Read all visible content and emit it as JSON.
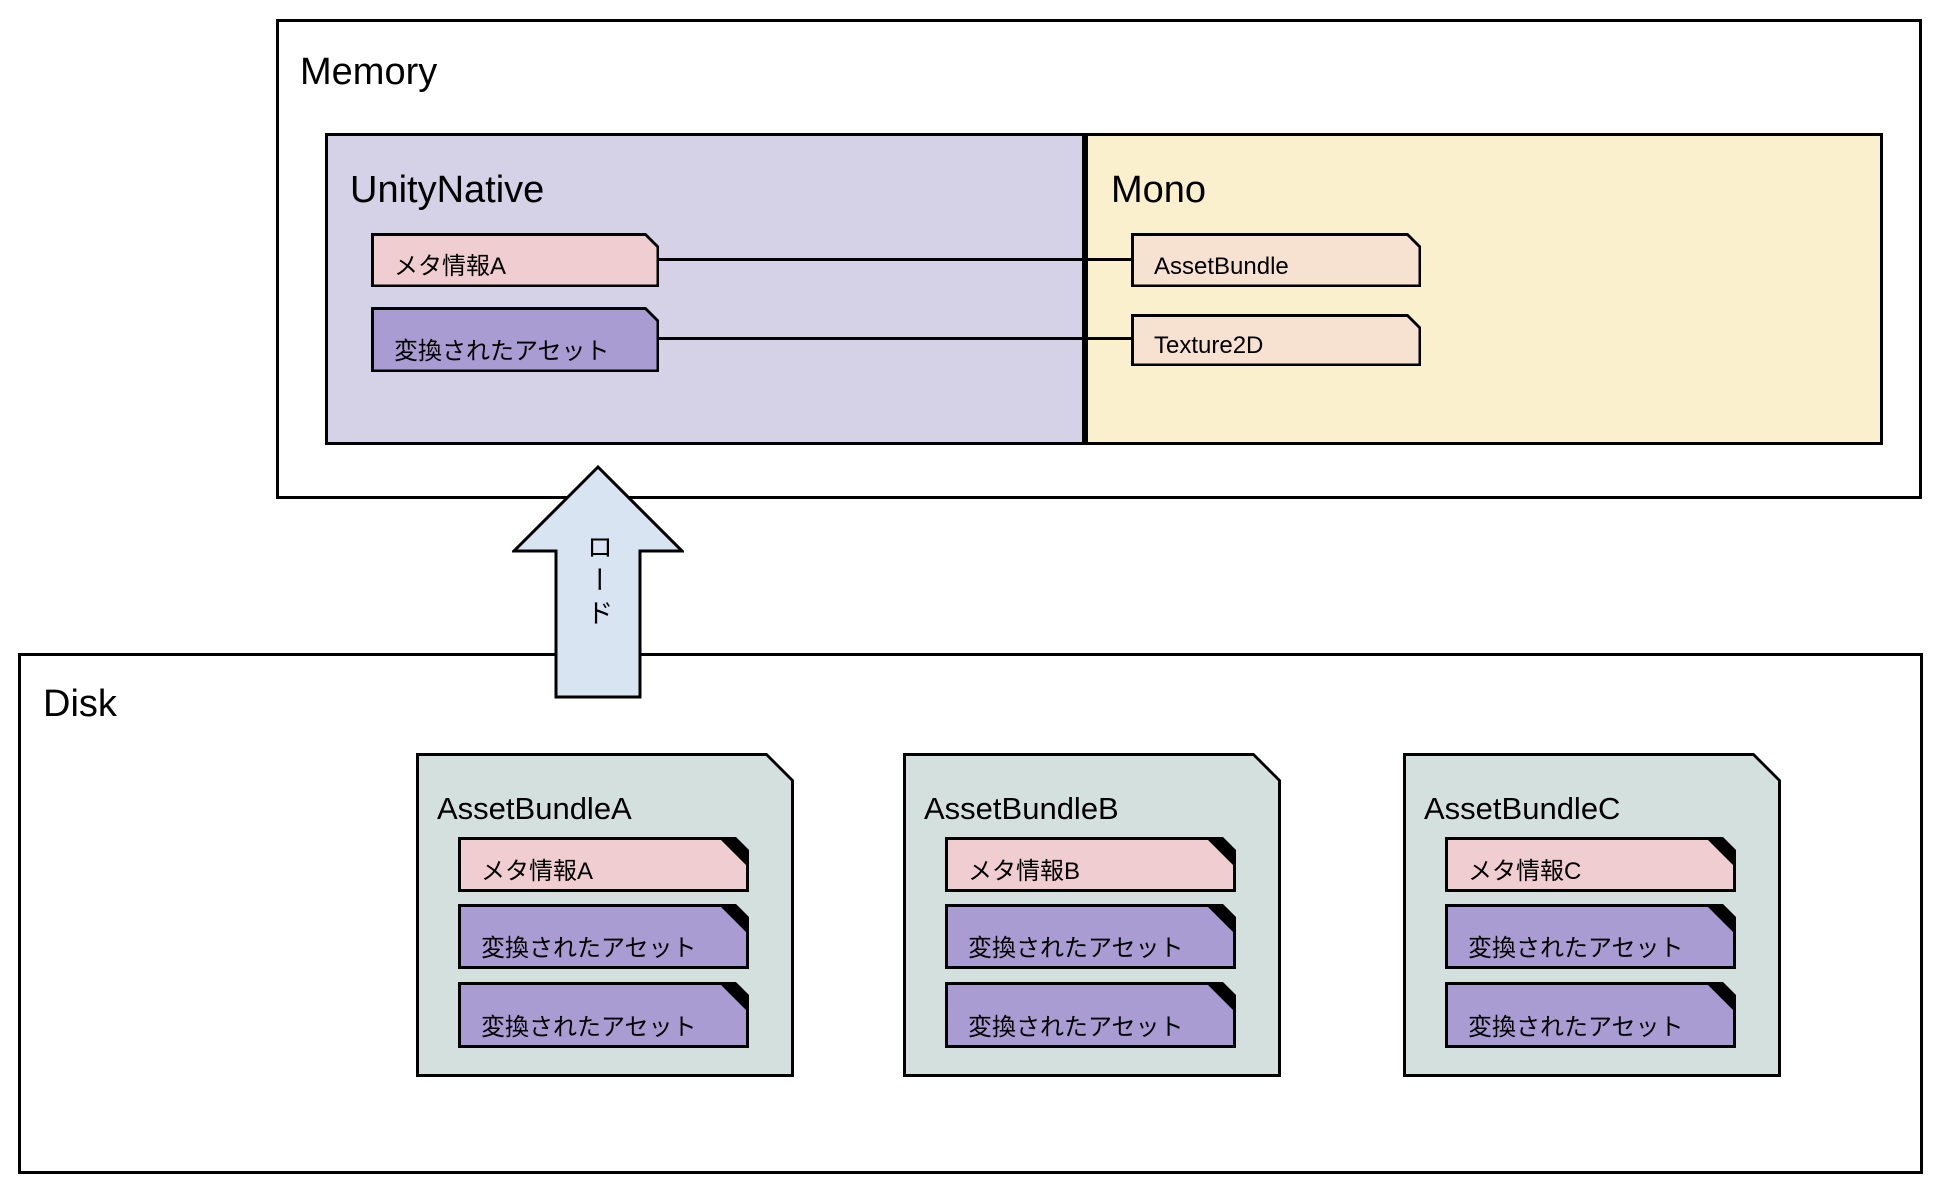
{
  "memory": {
    "title": "Memory",
    "unity_native": {
      "title": "UnityNative",
      "cards": [
        {
          "label": "メタ情報A"
        },
        {
          "label": "変換されたアセット"
        }
      ]
    },
    "mono": {
      "title": "Mono",
      "cards": [
        {
          "label": "AssetBundle"
        },
        {
          "label": "Texture2D"
        }
      ]
    }
  },
  "load_arrow": {
    "label": "ロード"
  },
  "disk": {
    "title": "Disk",
    "bundles": [
      {
        "title": "AssetBundleA",
        "cards": [
          {
            "label": "メタ情報A"
          },
          {
            "label": "変換されたアセット"
          },
          {
            "label": "変換されたアセット"
          }
        ]
      },
      {
        "title": "AssetBundleB",
        "cards": [
          {
            "label": "メタ情報B"
          },
          {
            "label": "変換されたアセット"
          },
          {
            "label": "変換されたアセット"
          }
        ]
      },
      {
        "title": "AssetBundleC",
        "cards": [
          {
            "label": "メタ情報C"
          },
          {
            "label": "変換されたアセット"
          },
          {
            "label": "変換されたアセット"
          }
        ]
      }
    ]
  },
  "colors": {
    "unity_native_bg": "#D5D1E6",
    "mono_bg": "#FAF0CE",
    "meta_info_pink": "#EFCDD0",
    "converted_asset_purple": "#A89CD2",
    "mono_object_peach": "#F7E2D1",
    "asset_bundle_teal": "#D4E0DE",
    "load_arrow_blue": "#D8E4F2",
    "outline_black": "#000000"
  }
}
